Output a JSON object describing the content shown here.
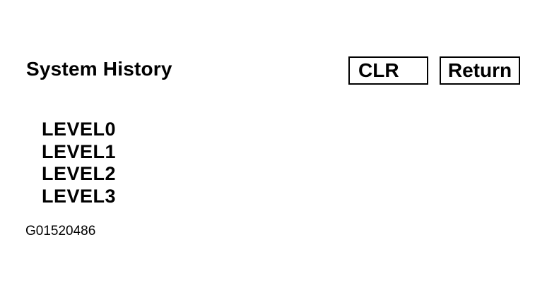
{
  "header": {
    "title": "System History"
  },
  "toolbar": {
    "clr_label": "CLR",
    "return_label": "Return"
  },
  "levels": [
    {
      "label": "LEVEL0"
    },
    {
      "label": "LEVEL1"
    },
    {
      "label": "LEVEL2"
    },
    {
      "label": "LEVEL3"
    }
  ],
  "footer": {
    "figure_id": "G01520486"
  }
}
